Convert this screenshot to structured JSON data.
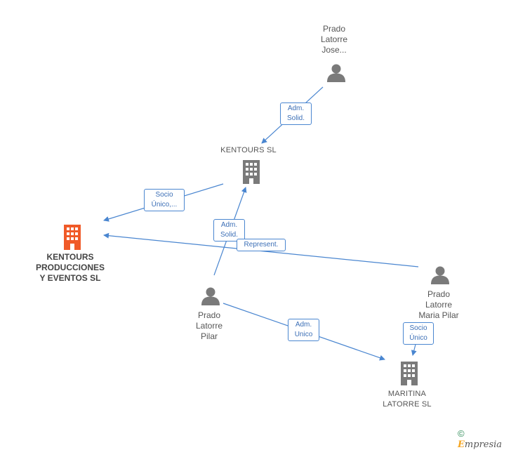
{
  "colors": {
    "edge": "#4a86d0",
    "person": "#7a7a7a",
    "company": "#7a7a7a",
    "main_company": "#f05a28"
  },
  "nodes": {
    "prado_jose": {
      "lines": [
        "Prado",
        "Latorre",
        "Jose..."
      ],
      "icon": "person-icon"
    },
    "kentours_sl": {
      "lines": [
        "KENTOURS SL"
      ],
      "icon": "building-icon"
    },
    "kentours_producciones": {
      "lines": [
        "KENTOURS",
        "PRODUCCIONES",
        "Y EVENTOS SL"
      ],
      "icon": "building-icon"
    },
    "prado_pilar": {
      "lines": [
        "Prado",
        "Latorre",
        "Pilar"
      ],
      "icon": "person-icon"
    },
    "prado_maria_pilar": {
      "lines": [
        "Prado",
        "Latorre",
        "Maria Pilar"
      ],
      "icon": "person-icon"
    },
    "maritina": {
      "lines": [
        "MARITINA",
        "LATORRE SL"
      ],
      "icon": "building-icon"
    }
  },
  "edges": {
    "jose_kentours": {
      "lines": [
        "Adm.",
        "Solid."
      ]
    },
    "kentours_producciones": {
      "lines": [
        "Socio",
        "Único,..."
      ]
    },
    "pilar_kentours": {
      "lines": [
        "Adm.",
        "Solid."
      ]
    },
    "maria_producciones": {
      "lines": [
        "Represent."
      ]
    },
    "pilar_maritina": {
      "lines": [
        "Adm.",
        "Unico"
      ]
    },
    "maria_maritina": {
      "lines": [
        "Socio",
        "Único"
      ]
    }
  },
  "footer": {
    "copyright": "©",
    "brand_first": "E",
    "brand_rest": "mpresia"
  }
}
